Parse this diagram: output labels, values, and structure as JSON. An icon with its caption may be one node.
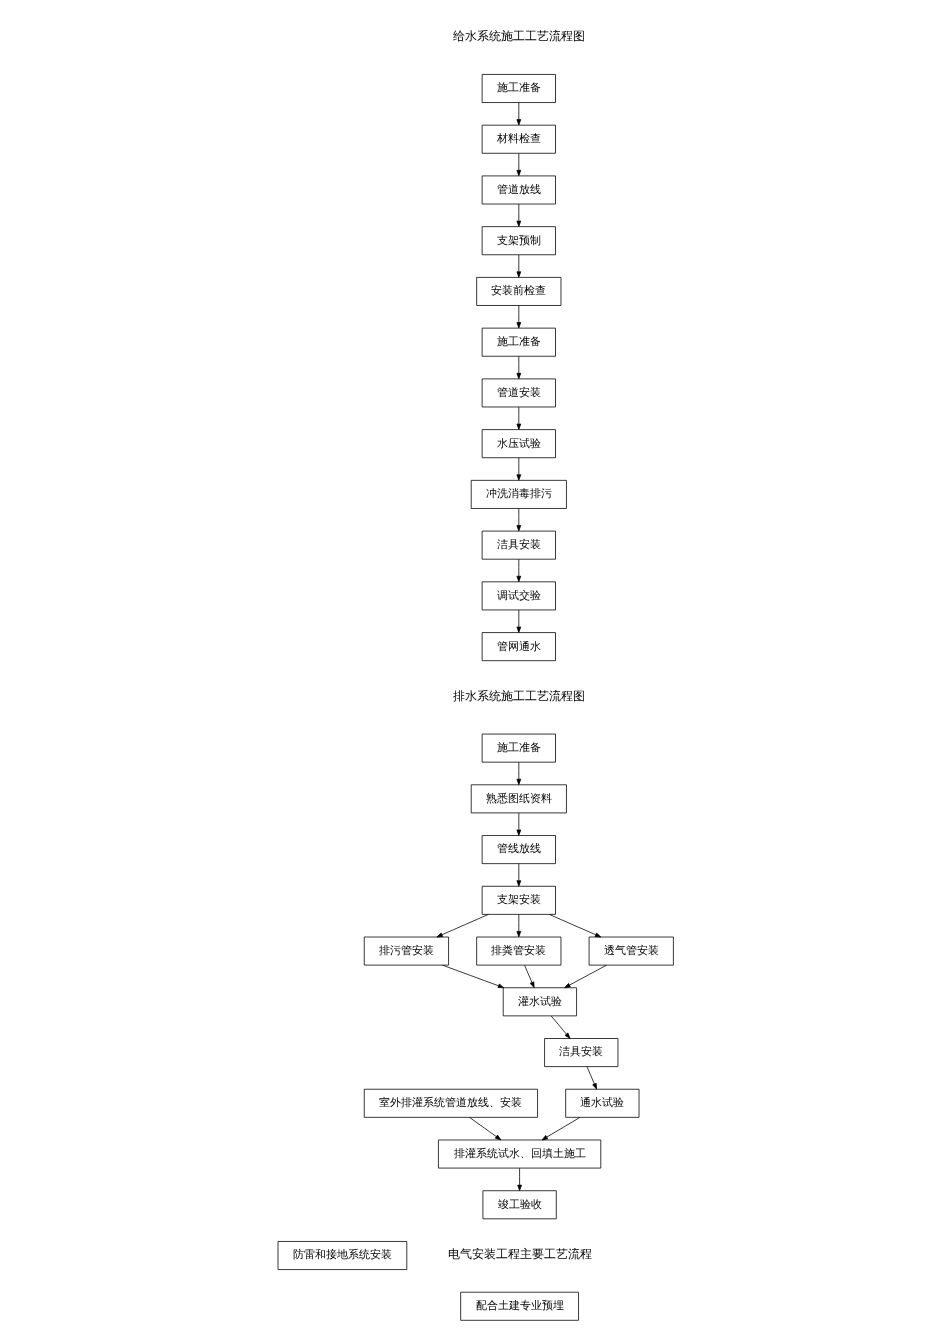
{
  "diagram": {
    "nodes": [
      {
        "text": [
          "施工准备"
        ]
      },
      {
        "text": [
          "材料检查"
        ]
      },
      {
        "text": [
          "管道放线"
        ]
      },
      {
        "text": [
          "支架预制"
        ]
      },
      {
        "text": [
          "安装前检查"
        ]
      },
      {
        "text": [
          "施工准备"
        ]
      },
      {
        "text": [
          "管道安装"
        ]
      },
      {
        "text": [
          "水压试验"
        ]
      },
      {
        "text": [
          "冲洗消毒排污"
        ]
      },
      {
        "text": [
          "洁具安装"
        ]
      },
      {
        "text": [
          "调试交验"
        ]
      },
      {
        "text": [
          "管网通水"
        ]
      },
      {
        "text": [
          "施工准备"
        ]
      },
      {
        "text": [
          "熟悉图纸资料"
        ]
      },
      {
        "text": [
          "管线放线"
        ]
      },
      {
        "text": [
          "支架安装"
        ]
      },
      {
        "text": [
          "排污管安装"
        ]
      },
      {
        "text": [
          "排粪管安装"
        ]
      },
      {
        "text": [
          "灌水试验"
        ]
      },
      {
        "text": [
          "透气管安装"
        ]
      },
      {
        "text": [
          "洁具安装"
        ]
      },
      {
        "text": [
          "通水试验"
        ]
      },
      {
        "text": [
          "室外排灌系统管道放线、安装"
        ]
      },
      {
        "text": [
          "排灌系统试水、回填土施工"
        ]
      },
      {
        "text": [
          "竣工验收"
        ]
      },
      {
        "text": [
          "配合土建专业预埋"
        ]
      },
      {
        "text": [
          "防雷和接地系统安装"
        ]
      }
    ],
    "edges": [
      {
        "from": 0,
        "to": 1,
        "arrow": "to"
      },
      {
        "from": 1,
        "to": 2,
        "arrow": "to"
      },
      {
        "from": 2,
        "to": 3,
        "arrow": "to"
      },
      {
        "from": 3,
        "to": 4,
        "arrow": "to"
      },
      {
        "from": 4,
        "to": 5,
        "arrow": "to"
      },
      {
        "from": 5,
        "to": 6,
        "arrow": "to"
      },
      {
        "from": 6,
        "to": 7,
        "arrow": "to"
      },
      {
        "from": 7,
        "to": 8,
        "arrow": "to"
      },
      {
        "from": 8,
        "to": 9,
        "arrow": "to"
      },
      {
        "from": 9,
        "to": 10,
        "arrow": "to"
      },
      {
        "from": 10,
        "to": 11,
        "arrow": "to"
      },
      {
        "from": 12,
        "to": 13,
        "arrow": "to"
      },
      {
        "from": 13,
        "to": 14,
        "arrow": "to"
      },
      {
        "from": 14,
        "to": 15,
        "arrow": "to"
      },
      {
        "from": 15,
        "to": 16,
        "arrow": "to"
      },
      {
        "from": 15,
        "to": 17,
        "arrow": "to"
      },
      {
        "from": 15,
        "to": 19,
        "arrow": "to"
      },
      {
        "from": 16,
        "to": 18,
        "arrow": "to"
      },
      {
        "from": 17,
        "to": 18,
        "arrow": "to"
      },
      {
        "from": 19,
        "to": 18,
        "arrow": "to"
      },
      {
        "from": 18,
        "to": 20,
        "arrow": "to"
      },
      {
        "from": 20,
        "to": 21,
        "arrow": "to"
      },
      {
        "from": 21,
        "to": 23,
        "arrow": "to"
      },
      {
        "from": 22,
        "to": 23,
        "arrow": "to"
      },
      {
        "from": 23,
        "to": 24,
        "arrow": "to"
      }
    ],
    "labels": [
      "给水系统施工工艺流程图",
      "排水系统施工工艺流程图",
      "电气安装工程主要工艺流程"
    ]
  }
}
